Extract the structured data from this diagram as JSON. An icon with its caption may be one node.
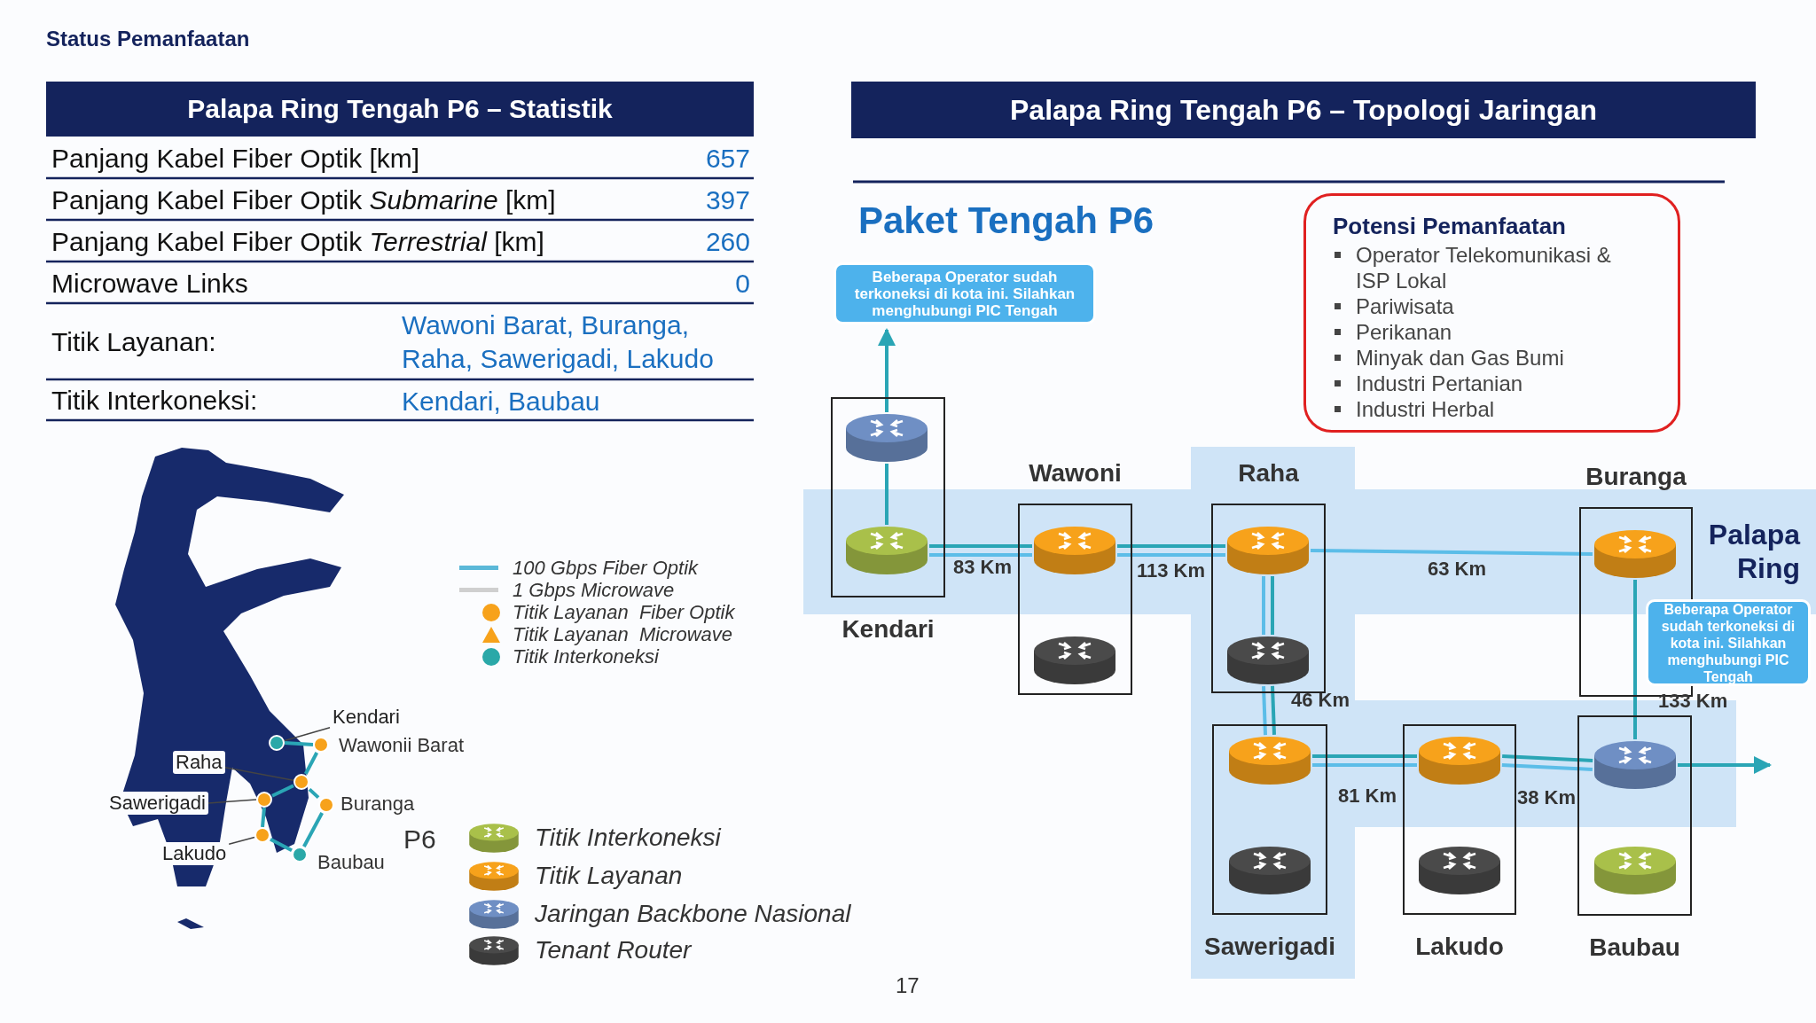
{
  "diagram": {
    "title": "Status Pemanfaatan",
    "nodes": [
      {
        "text": [
          "Kendari"
        ]
      },
      {
        "text": [],
        "shape": "cylinder",
        "in": 0
      },
      {
        "text": [],
        "shape": "cylinder",
        "in": 0
      },
      {
        "text": [
          "Wawoni"
        ]
      },
      {
        "text": [],
        "shape": "cylinder",
        "in": 3
      },
      {
        "text": [],
        "shape": "cylinder",
        "in": 3
      },
      {
        "text": [
          "Raha"
        ]
      },
      {
        "text": [],
        "shape": "cylinder",
        "in": 6
      },
      {
        "text": [],
        "shape": "cylinder",
        "in": 6
      },
      {
        "text": [
          "Buranga"
        ]
      },
      {
        "text": [],
        "shape": "cylinder",
        "in": 9
      },
      {
        "text": [
          "Sawerigadi"
        ]
      },
      {
        "text": [],
        "shape": "cylinder",
        "in": 11
      },
      {
        "text": [],
        "shape": "cylinder",
        "in": 11
      },
      {
        "text": [
          "Lakudo"
        ]
      },
      {
        "text": [],
        "shape": "cylinder",
        "in": 14
      },
      {
        "text": [],
        "shape": "cylinder",
        "in": 14
      },
      {
        "text": [
          "Baubau"
        ]
      },
      {
        "text": [],
        "shape": "cylinder",
        "in": 17
      },
      {
        "text": [],
        "shape": "cylinder",
        "in": 17
      },
      {
        "text": [
          "Beberapa Operator sudah terkoneksi di kota ini. Silahkan menghubungi PIC Tengah"
        ]
      },
      {
        "text": [
          "Beberapa Operator sudah terkoneksi di kota ini. Silahkan menghubungi PIC Tengah"
        ]
      },
      {
        "text": [
          "Potensi Pemanfaatan",
          "Operator Telekomunikasi & ISP Lokal",
          "Pariwisata",
          "Perikanan",
          "Minyak dan Gas Bumi",
          "Industri Pertanian",
          "Industri Herbal"
        ]
      },
      {
        "text": [
          "Kendari"
        ]
      },
      {
        "text": [],
        "shape": "circle"
      },
      {
        "text": [],
        "shape": "circle",
        "beside": [
          "Wawonii Barat"
        ]
      },
      {
        "text": [
          "Raha"
        ]
      },
      {
        "text": [],
        "shape": "circle"
      },
      {
        "text": [
          "Sawerigadi"
        ]
      },
      {
        "text": [],
        "shape": "circle"
      },
      {
        "text": [],
        "shape": "circle",
        "beside": [
          "Buranga"
        ]
      },
      {
        "text": [
          "Lakudo"
        ]
      },
      {
        "text": [],
        "shape": "circle"
      },
      {
        "text": [],
        "shape": "circle",
        "beside": [
          "Baubau"
        ]
      }
    ],
    "edges": [
      {
        "from": 1,
        "to": 2,
        "arrow": "none"
      },
      {
        "from": 1,
        "to": 20,
        "arrow": "to"
      },
      {
        "from": 2,
        "to": 4,
        "arrow": "none",
        "label": "83 Km"
      },
      {
        "from": 2,
        "to": 4,
        "arrow": "none",
        "color": "#5cbde8"
      },
      {
        "from": 4,
        "to": 7,
        "arrow": "none",
        "label": "113 Km"
      },
      {
        "from": 4,
        "to": 7,
        "arrow": "none",
        "color": "#5cbde8"
      },
      {
        "from": 7,
        "to": 10,
        "arrow": "none",
        "label": "63 Km",
        "color": "#5cbde8"
      },
      {
        "from": 7,
        "to": 8,
        "arrow": "none"
      },
      {
        "from": 7,
        "to": 8,
        "arrow": "none",
        "color": "#5cbde8"
      },
      {
        "from": 8,
        "to": 12,
        "arrow": "none",
        "label": "46 Km"
      },
      {
        "from": 8,
        "to": 12,
        "arrow": "none",
        "color": "#5cbde8"
      },
      {
        "from": 12,
        "to": 15,
        "arrow": "none",
        "label": "81 Km"
      },
      {
        "from": 12,
        "to": 15,
        "arrow": "none",
        "color": "#5cbde8"
      },
      {
        "from": 15,
        "to": 18,
        "arrow": "none",
        "label": "38 Km"
      },
      {
        "from": 15,
        "to": 18,
        "arrow": "none",
        "color": "#5cbde8"
      },
      {
        "from": 10,
        "to": 18,
        "arrow": "none",
        "label": "133 Km"
      },
      {
        "from": 18,
        "to": null,
        "arrow": "to"
      },
      {
        "from": 23,
        "to": 24,
        "arrow": "none",
        "color": "#444444"
      },
      {
        "from": 26,
        "to": 27,
        "arrow": "none",
        "color": "#444444"
      },
      {
        "from": 28,
        "to": 29,
        "arrow": "none",
        "color": "#444444"
      },
      {
        "from": 31,
        "to": 32,
        "arrow": "none",
        "color": "#444444"
      },
      {
        "from": 24,
        "to": 25,
        "arrow": "none"
      },
      {
        "from": 25,
        "to": 27,
        "arrow": "none"
      },
      {
        "from": 27,
        "to": 30,
        "arrow": "none"
      },
      {
        "from": 27,
        "to": 29,
        "arrow": "none"
      },
      {
        "from": 29,
        "to": 32,
        "arrow": "none"
      },
      {
        "from": 32,
        "to": 33,
        "arrow": "none"
      },
      {
        "from": 30,
        "to": 33,
        "arrow": "none"
      }
    ],
    "labels": [
      "Palapa Ring Tengah P6 – Statistik",
      "Panjang Kabel Fiber Optik [km]",
      "657",
      "Panjang Kabel Fiber Optik *Submarine* [km]",
      "397",
      "Panjang Kabel Fiber Optik *Terrestrial* [km]",
      "260",
      "Microwave Links",
      "0",
      "Titik Layanan:",
      "Wawoni Barat, Buranga, Raha, Sawerigadi, Lakudo",
      "Titik Interkoneksi:",
      "Kendari, Baubau",
      "Palapa Ring Tengah P6 – Topologi Jaringan",
      "Paket Tengah P6",
      "Palapa Ring",
      "P6",
      "17"
    ],
    "legend": [
      {
        "text": "100 Gbps Fiber Optik"
      },
      {
        "text": "1 Gbps Microwave"
      },
      {
        "text": "Titik Layanan  Fiber Optik",
        "color": "#f7a21b"
      },
      {
        "text": "Titik Layanan  Microwave"
      },
      {
        "text": "Titik Interkoneksi",
        "color": "#2aa8a8"
      },
      {
        "text": "Titik Interkoneksi",
        "color": "#a9c04a"
      },
      {
        "text": "Titik Layanan",
        "color": "#f7a21b"
      },
      {
        "text": "Jaringan Backbone Nasional",
        "color": "#6f8fc4"
      },
      {
        "text": "Tenant Router",
        "color": "#4a4a4a"
      }
    ]
  }
}
